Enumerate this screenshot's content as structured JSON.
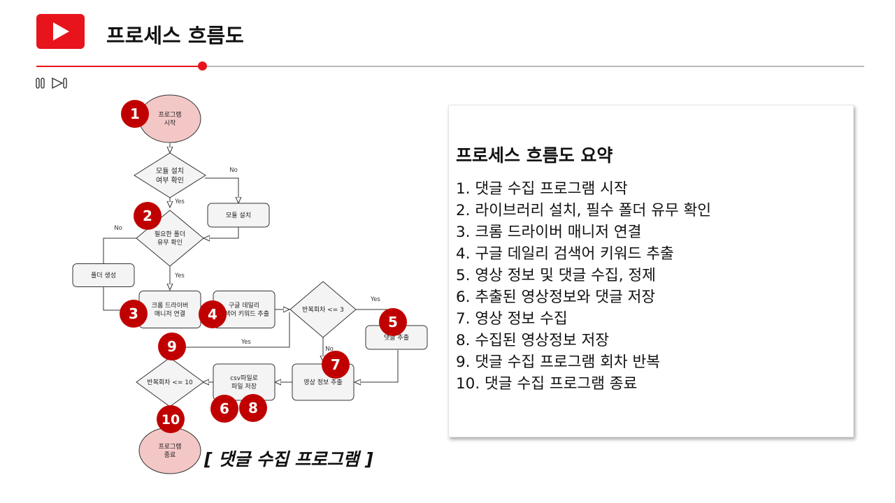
{
  "header": {
    "title": "프로세스 흐름도",
    "logo_icon": "play-logo-icon",
    "accent": "#e8141c"
  },
  "progress": {
    "value": 0.2
  },
  "controls": {
    "pause_icon": "pause-icon",
    "next_icon": "skip-next-icon"
  },
  "diagram": {
    "nodes": {
      "start": "프로그램\n시작",
      "check_modules": "모듈 설치\n여부 확인",
      "install_modules": "모듈 설치",
      "check_folder": "필요한 폴더\n유무 확인",
      "create_folder": "폴더 생성",
      "chrome_driver": "크롬 드라이버\n매니저 연결",
      "google_trends": "구글 데일리\n검색어 키워드 추출",
      "repeat_3": "반복회차 <= 3",
      "extract_comments": "댓글 추출",
      "video_info": "영상 정보 추출",
      "save_csv": "csv파일로\n파일 저장",
      "repeat_10": "반복회차 <= 10",
      "end": "프로그램\n종료"
    },
    "edge_labels": {
      "modules_yes": "Yes",
      "modules_no": "No",
      "folder_yes": "Yes",
      "folder_no": "No",
      "repeat3_yes": "Yes",
      "repeat3_no": "No",
      "repeat10_yes": "Yes"
    },
    "badges": [
      "1",
      "2",
      "3",
      "4",
      "5",
      "6",
      "7",
      "8",
      "9",
      "10"
    ],
    "caption": "[ 댓글 수집 프로그램 ]",
    "colors": {
      "badge": "#c00000",
      "terminal_fill": "#f4c7c7",
      "box_fill": "#f4f4f4",
      "stroke": "#333333"
    }
  },
  "summary": {
    "title": "프로세스 흐름도 요약",
    "items": [
      "1. 댓글 수집 프로그램 시작",
      "2. 라이브러리 설치, 필수 폴더 유무 확인",
      "3. 크롬 드라이버 매니저 연결",
      "4. 구글 데일리 검색어 키워드 추출",
      "5. 영상 정보 및 댓글 수집, 정제",
      "6. 추출된 영상정보와 댓글 저장",
      "7. 영상 정보 수집",
      "8. 수집된 영상정보 저장",
      "9. 댓글 수집 프로그램 회차 반복",
      "10. 댓글 수집 프로그램 종료"
    ]
  }
}
